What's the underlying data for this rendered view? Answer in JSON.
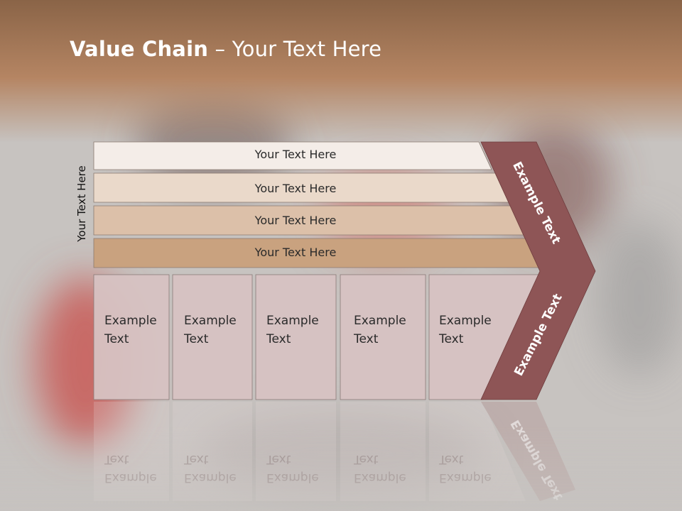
{
  "slide": {
    "title_bold": "Value Chain",
    "title_rest": " – Your Text Here",
    "side_label": "Your Text Here"
  },
  "bands": [
    {
      "label": "Your Text Here",
      "color": "#f4ede8"
    },
    {
      "label": "Your Text Here",
      "color": "#ead9ca"
    },
    {
      "label": "Your Text Here",
      "color": "#dcc0a9"
    },
    {
      "label": "Your Text Here",
      "color": "#c9a27f"
    }
  ],
  "columns": [
    {
      "line1": "Example",
      "line2": "Text"
    },
    {
      "line1": "Example",
      "line2": "Text"
    },
    {
      "line1": "Example",
      "line2": "Text"
    },
    {
      "line1": "Example",
      "line2": "Text"
    },
    {
      "line1": "Example",
      "line2": "Text"
    }
  ],
  "chevron": {
    "upper_label": "Example Text",
    "lower_label": "Example Text",
    "color": "#8e5556"
  },
  "colors": {
    "header_band": "#b28262",
    "column_fill": "#d7c2c2",
    "background": "#c6c2bf"
  }
}
